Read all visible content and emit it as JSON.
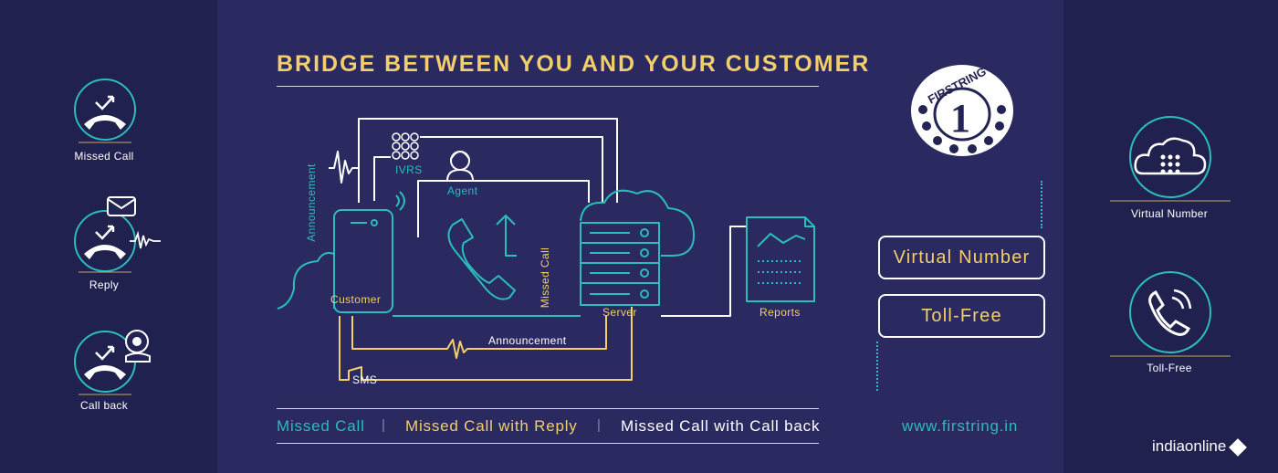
{
  "title": "BRIDGE BETWEEN YOU AND YOUR CUSTOMER",
  "left_features": [
    {
      "label": "Missed Call",
      "icon": "missed-call-icon"
    },
    {
      "label": "Reply",
      "icon": "reply-icon"
    },
    {
      "label": "Call back",
      "icon": "call-back-icon"
    }
  ],
  "right_features": [
    {
      "label": "Virtual Number",
      "icon": "cloud-dialpad-icon"
    },
    {
      "label": "Toll-Free",
      "icon": "phone-icon"
    }
  ],
  "logo": {
    "text": "FIRSTRING",
    "digit": "1"
  },
  "buttons": {
    "virtual_number": "Virtual Number",
    "toll_free": "Toll-Free"
  },
  "diagram": {
    "announcement_vertical": "Announcement",
    "ivrs": "IVRS",
    "agent": "Agent",
    "customer": "Customer",
    "missed_call": "Missed Call",
    "server": "Server",
    "reports": "Reports",
    "announcement_bottom": "Announcement",
    "sms": "SMS"
  },
  "footer": {
    "item1": "Missed Call",
    "item2": "Missed Call with Reply",
    "item3": "Missed Call with Call back",
    "separator": "|"
  },
  "website": "www.firstring.in",
  "watermark": "indiaonline",
  "colors": {
    "background": "#232354",
    "teal": "#2bbcbc",
    "gold": "#f2cf6a",
    "white": "#ffffff"
  }
}
